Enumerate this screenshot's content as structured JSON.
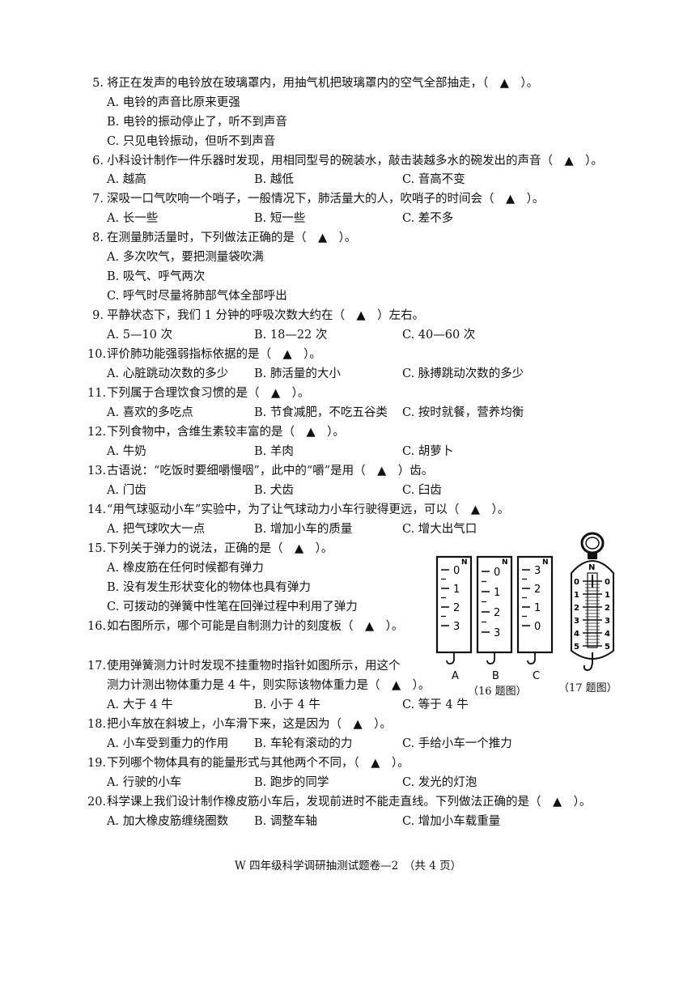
{
  "questions": [
    {
      "num": "5.",
      "text": "将正在发声的电铃放在玻璃罩内，用抽气机把玻璃罩内的空气全部抽走，（　▲　）。",
      "options": [
        "A. 电铃的声音比原来更强",
        "B. 电铃的振动停止了，听不到声音",
        "C. 只见电铃振动，但听不到声音"
      ]
    },
    {
      "num": "6.",
      "text": "小科设计制作一件乐器时发现，用相同型号的碗装水，敲击装越多水的碗发出的声音（　▲　）。",
      "options": [
        "A. 越高",
        "B. 越低",
        "C. 音高不变"
      ]
    },
    {
      "num": "7.",
      "text": "深吸一口气吹响一个哨子，一般情况下，肺活量大的人，吹哨子的时间会（　▲　）。",
      "options": [
        "A. 长一些",
        "B. 短一些",
        "C. 差不多"
      ]
    },
    {
      "num": "8.",
      "text": "在测量肺活量时，下列做法正确的是（　▲　）。",
      "options": [
        "A. 多次吹气，要把测量袋吹满",
        "B. 吸气、呼气两次",
        "C. 呼气时尽量将肺部气体全部呼出"
      ]
    },
    {
      "num": "9.",
      "text": "平静状态下，我们 1 分钟的呼吸次数大约在（　▲　）左右。",
      "options": [
        "A. 5—10 次",
        "B. 18—22 次",
        "C. 40—60 次"
      ]
    },
    {
      "num": "10.",
      "text": "评价肺功能强弱指标依据的是（　▲　）。",
      "options": [
        "A. 心脏跳动次数的多少",
        "B. 肺活量的大小",
        "C. 脉搏跳动次数的多少"
      ]
    },
    {
      "num": "11.",
      "text": "下列属于合理饮食习惯的是（　▲　）。",
      "options": [
        "A. 喜欢的多吃点",
        "B. 节食减肥，不吃五谷类",
        "C. 按时就餐，营养均衡"
      ]
    },
    {
      "num": "12.",
      "text": "下列食物中，含维生素较丰富的是（　▲　）。",
      "options": [
        "A. 牛奶",
        "B. 羊肉",
        "C. 胡萝卜"
      ]
    },
    {
      "num": "13.",
      "text": "古语说：“吃饭时要细嚼慢咽”，此中的“嚼”是用（　▲　）齿。",
      "options": [
        "A. 门齿",
        "B. 犬齿",
        "C. 臼齿"
      ]
    },
    {
      "num": "14.",
      "text": "“用气球驱动小车”实验中，为了让气球动力小车行驶得更远，可以（　▲　）。",
      "options": [
        "A. 把气球吹大一点",
        "B. 增加小车的质量",
        "C. 增大出气口"
      ]
    },
    {
      "num": "15.",
      "text": "下列关于弹力的说法，正确的是（　▲　）。",
      "options": [
        "A. 橡皮筋在任何时候都有弹力",
        "B. 没有发生形状变化的物体也具有弹力",
        "C. 可拨动的弹簧中性笔在回弹过程中利用了弹力"
      ]
    },
    {
      "num": "16.",
      "text": "如右图所示，哪个可能是自制测力计的刻度板（　▲　）。",
      "options": []
    },
    {
      "num": "17.",
      "text": "使用弹簧测力计时发现不挂重物时指针如图所示，用这个",
      "text2": "测力计测出物体重力是 4 牛，则实际该物体重力是（　▲　）。",
      "options": [
        "A. 大于 4 牛",
        "B. 小于 4 牛",
        "C. 等于 4 牛"
      ]
    },
    {
      "num": "18.",
      "text": "把小车放在斜坡上，小车滑下来，这是因为（　▲　）。",
      "options": [
        "A. 小车受到重力的作用",
        "B. 车轮有滚动的力",
        "C. 手给小车一个推力"
      ]
    },
    {
      "num": "19.",
      "text": "下列哪个物体具有的能量形式与其他两个不同，（　▲　）。",
      "options": [
        "A. 行驶的小车",
        "B. 跑步的同学",
        "C. 发光的灯泡"
      ]
    },
    {
      "num": "20.",
      "text": "科学课上我们设计制作橡皮筋小车后，发现前进时不能走直线。下列做法正确的是（　▲　）。",
      "options": [
        "A. 加大橡皮筋缠绕圈数",
        "B. 调整车轴",
        "C. 增加小车载重量"
      ]
    }
  ],
  "figure16": {
    "unit": "N",
    "scales": [
      {
        "label": "A",
        "ticks": [
          "0",
          "1",
          "2",
          "3"
        ]
      },
      {
        "label": "B",
        "ticks": [
          "0",
          "1",
          "2",
          "3"
        ]
      },
      {
        "label": "C",
        "ticks": [
          "3",
          "2",
          "1",
          "0"
        ]
      }
    ],
    "caption": "（16 题图）"
  },
  "figure17": {
    "unit": "N",
    "ticks": [
      "0",
      "1",
      "2",
      "3",
      "4",
      "5"
    ],
    "caption": "（17 题图）"
  },
  "footer": "W 四年级科学调研抽测试题卷—2　（共 4 页）"
}
